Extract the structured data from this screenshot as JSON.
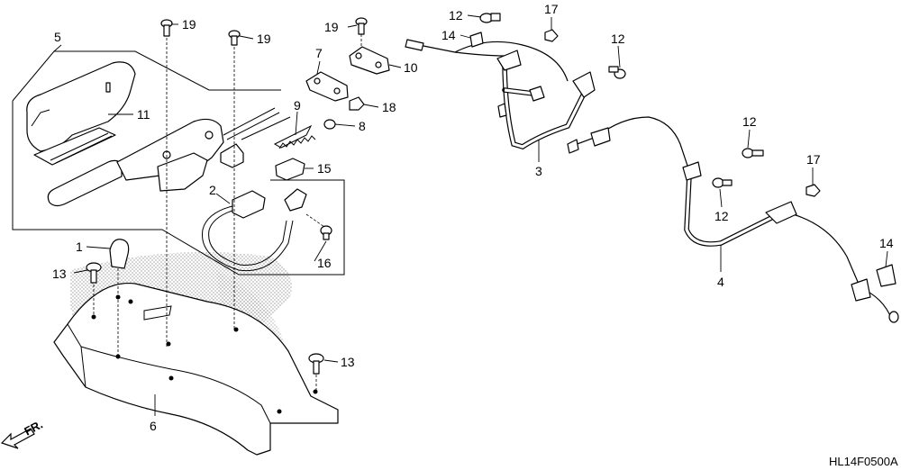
{
  "diagram_code": "HL14F0500A",
  "front_marker": {
    "label": "FR.",
    "icon": "front-direction-arrow-icon"
  },
  "callouts": {
    "c1": "1",
    "c2": "2",
    "c3": "3",
    "c4": "4",
    "c5": "5",
    "c6": "6",
    "c7": "7",
    "c8": "8",
    "c9": "9",
    "c10": "10",
    "c11": "11",
    "c12a": "12",
    "c12b": "12",
    "c12c": "12",
    "c12d": "12",
    "c13a": "13",
    "c13b": "13",
    "c14a": "14",
    "c14b": "14",
    "c15": "15",
    "c16": "16",
    "c17a": "17",
    "c17b": "17",
    "c18": "18",
    "c19a": "19",
    "c19b": "19",
    "c19c": "19"
  },
  "colors": {
    "line": "#000000",
    "background": "#ffffff",
    "watermark_dots": "#8a8a8a"
  }
}
